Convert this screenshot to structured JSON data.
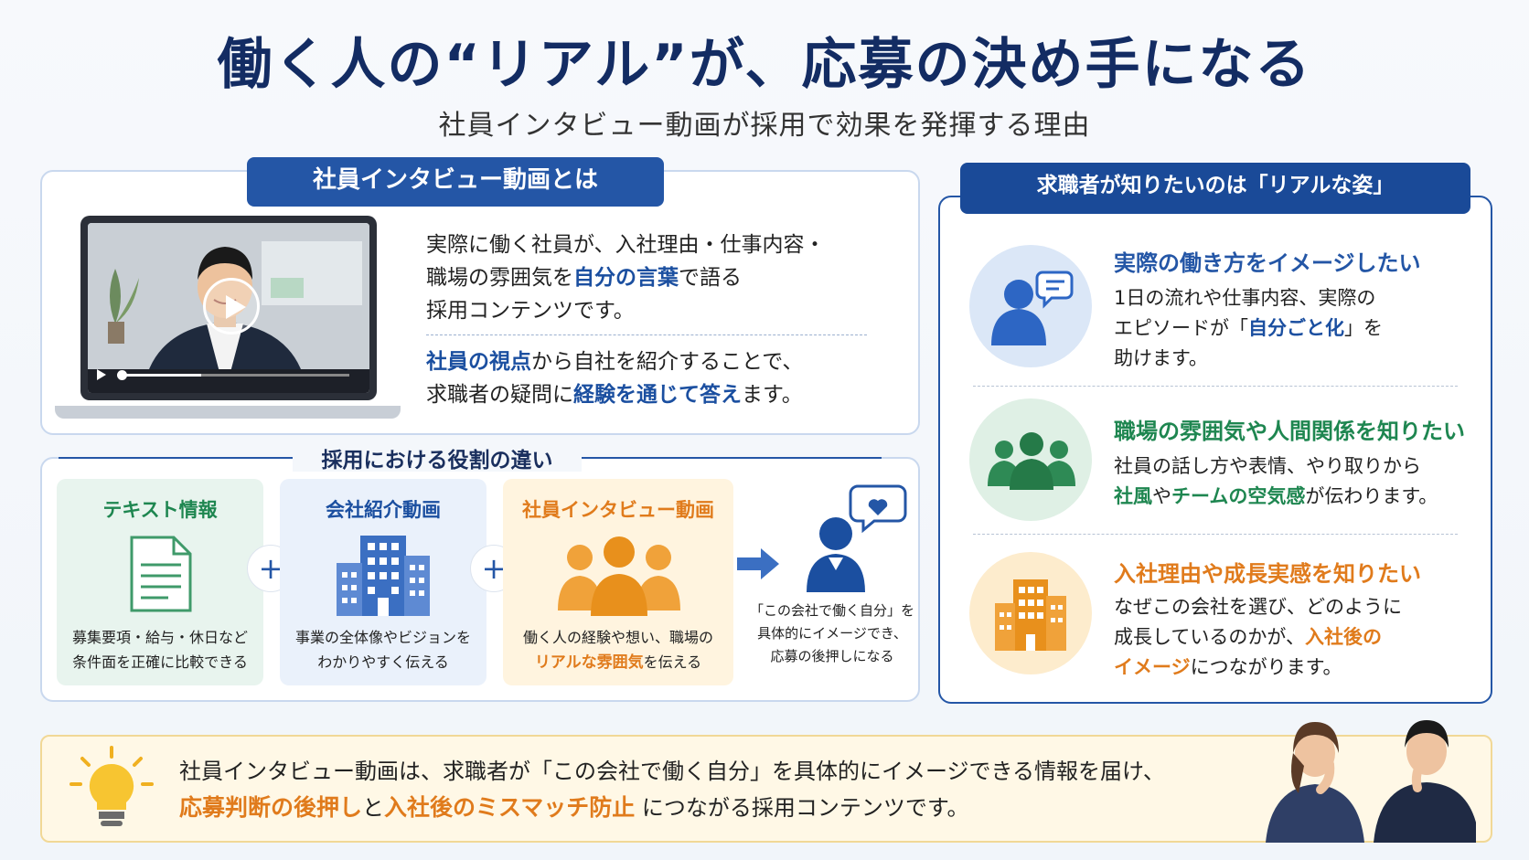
{
  "title": "働く人の“リアル”が、応募の決め手になる",
  "subtitle": "社員インタビュー動画が採用で効果を発揮する理由",
  "what": {
    "tag": "社員インタビュー動画とは",
    "p1": [
      "実際に働く社員が、入社理由・仕事内容・",
      "職場の雰囲気を",
      "自分の言葉",
      "で語る",
      "採用コンテンツです。"
    ],
    "p2": [
      "社員の視点",
      "から自社を紹介することで、",
      "求職者の疑問に",
      "経験を通じて答え",
      "ます。"
    ]
  },
  "roles": {
    "title": "採用における役割の違い",
    "cards": [
      {
        "title": "テキスト情報",
        "desc1": "募集要項・給与・休日など",
        "desc2": "条件面を正確に比較できる"
      },
      {
        "title": "会社紹介動画",
        "desc1": "事業の全体像やビジョンを",
        "desc2": "わかりやすく伝える"
      },
      {
        "title": "社員インタビュー動画",
        "desc1": "働く人の経験や想い、職場の",
        "desc2a": "リアルな雰囲気",
        "desc2b": "を伝える"
      }
    ],
    "plus": "+",
    "result": [
      "「この会社で働く自分」を",
      "具体的にイメージでき、",
      "応募の後押しになる"
    ]
  },
  "wants": {
    "tag": "求職者が知りたいのは「リアルな姿」",
    "items": [
      {
        "title": "実際の働き方をイメージしたい",
        "l1": "1日の流れや仕事内容、実際の",
        "l2a": "エピソードが「",
        "l2b": "自分ごと化",
        "l2c": "」を",
        "l3": "助けます。"
      },
      {
        "title": "職場の雰囲気や人間関係を知りたい",
        "l1": "社員の話し方や表情、やり取りから",
        "l2a": "社風",
        "l2b": "や",
        "l2c": "チームの空気感",
        "l2d": "が伝わります。"
      },
      {
        "title": "入社理由や成長実感を知りたい",
        "l1": "なぜこの会社を選び、どのように",
        "l2a": "成長しているのかが、",
        "l2b": "入社後の",
        "l3a": "イメージ",
        "l3b": "につながります。"
      }
    ]
  },
  "summary": {
    "line1": "社員インタビュー動画は、求職者が「この会社で働く自分」を具体的にイメージできる情報を届け、",
    "h1": "応募判断の後押し",
    "mid": "と",
    "h2": "入社後のミスマッチ防止",
    "end": " につながる採用コンテンツです。"
  }
}
